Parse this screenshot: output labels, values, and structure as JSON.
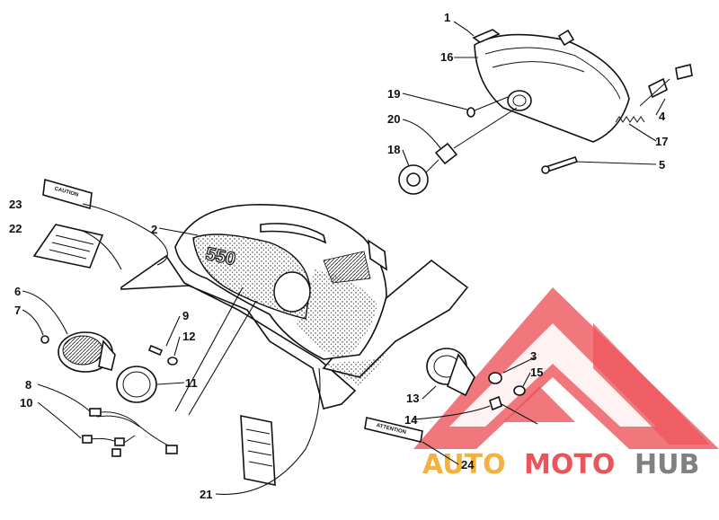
{
  "labels": {
    "p1": "1",
    "p2": "2",
    "p3": "3",
    "p4": "4",
    "p5": "5",
    "p6": "6",
    "p7": "7",
    "p8": "8",
    "p9": "9",
    "p10": "10",
    "p11": "11",
    "p12": "12",
    "p13": "13",
    "p14": "14",
    "p15": "15",
    "p16": "16",
    "p17": "17",
    "p18": "18",
    "p19": "19",
    "p20": "20",
    "p21": "21",
    "p22": "22",
    "p23": "23",
    "p24": "24"
  },
  "hood_badge": "550",
  "decals": {
    "caution": "CAUTION",
    "attention": "ATTENTION"
  },
  "watermark": {
    "part1": "AUTO",
    "part2": "MOTO",
    "part3": "HUB"
  },
  "colors": {
    "logo_red": "#e8373f",
    "logo_orange": "#f2a51e",
    "logo_gray": "#6b6b6b"
  },
  "icons": {
    "logo": "triangle-m-logo-icon"
  }
}
